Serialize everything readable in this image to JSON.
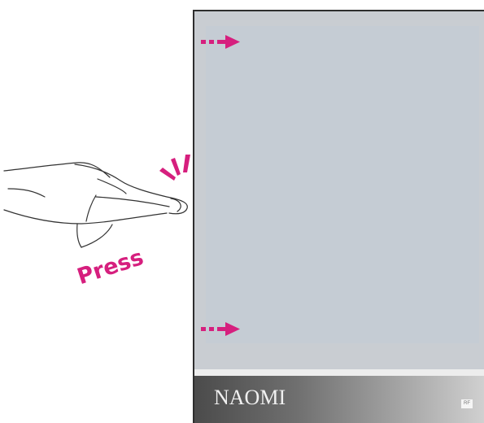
{
  "device": {
    "brand": "NAOMI",
    "small_logo": "RF"
  },
  "instruction": {
    "label": "Press"
  },
  "icons": {
    "hand": "pointing-hand-icon",
    "burst": "press-burst-icon",
    "arrow": "dashed-arrow-right-icon"
  },
  "colors": {
    "accent": "#d61f7e",
    "screen": "#c5ccd4",
    "frame_line": "#2e2e2e"
  }
}
